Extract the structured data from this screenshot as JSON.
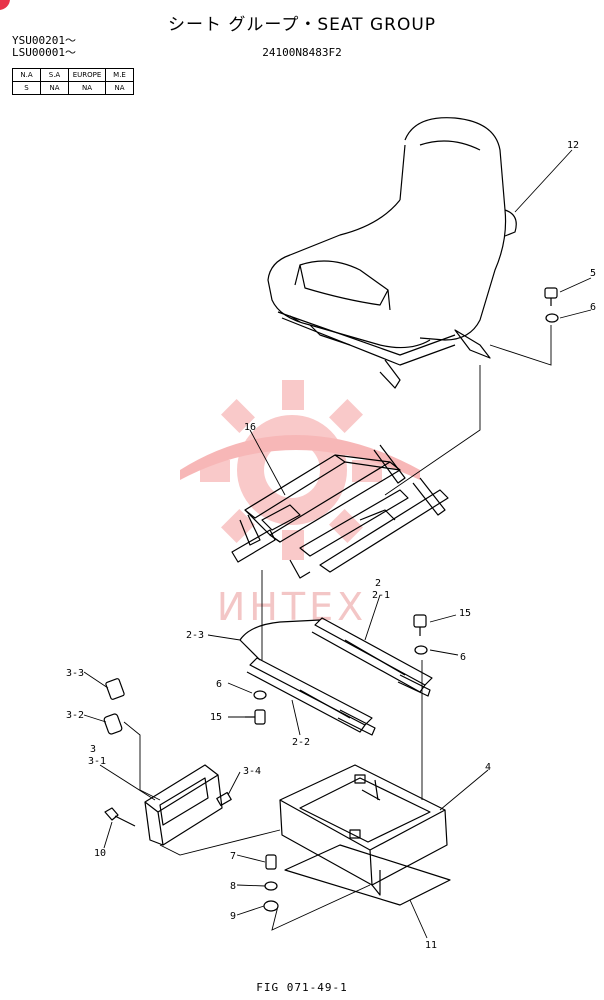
{
  "header": {
    "title": "シート グループ・SEAT GROUP",
    "part_code": "24100N8483F2",
    "serials": [
      "YSU00201～",
      "LSU00001～"
    ]
  },
  "spec_table": {
    "headers": [
      "N.A",
      "S.A",
      "EUROPE",
      "M.E"
    ],
    "values": [
      "S",
      "NA",
      "NA",
      "NA"
    ]
  },
  "callouts": [
    "12",
    "5",
    "6",
    "16",
    "2",
    "2-1",
    "2-3",
    "15",
    "6",
    "3-3",
    "3-2",
    "6",
    "15",
    "2-2",
    "3",
    "3-1",
    "3-4",
    "4",
    "10",
    "7",
    "8",
    "9",
    "11"
  ],
  "watermark": {
    "text": "ИНТЕХ",
    "color": "#f5a0a0"
  },
  "accent_color": "#e8334a",
  "footer": {
    "fig_label": "FIG 071-49-1"
  }
}
